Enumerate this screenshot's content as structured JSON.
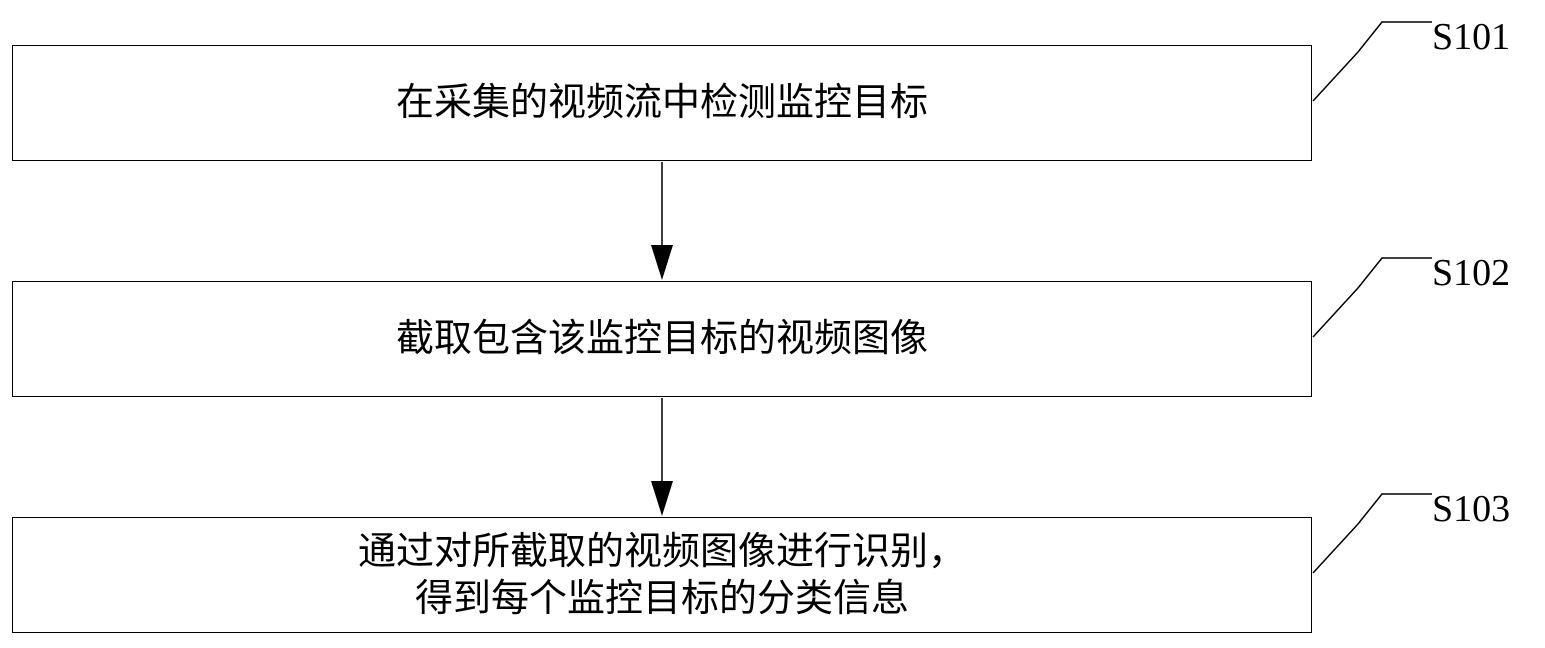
{
  "steps": [
    {
      "id": "S101",
      "lines": [
        "在采集的视频流中检测监控目标"
      ]
    },
    {
      "id": "S102",
      "lines": [
        "截取包含该监控目标的视频图像"
      ]
    },
    {
      "id": "S103",
      "lines": [
        "通过对所截取的视频图像进行识别，",
        "得到每个监控目标的分类信息"
      ]
    }
  ]
}
